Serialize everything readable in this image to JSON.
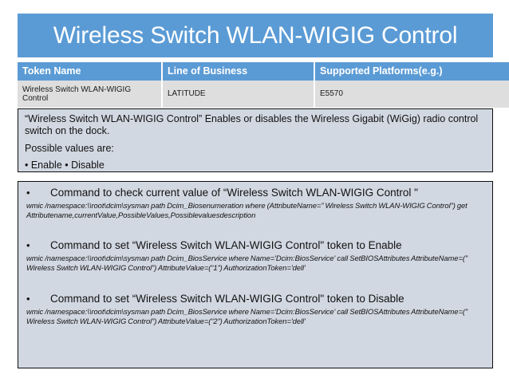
{
  "page": {
    "title": "Wireless Switch WLAN-WIGIG Control",
    "accent_color": "#5B9BD5",
    "panel_fill": "#D2D8E2",
    "table_row_fill": "#DEDEDE"
  },
  "table": {
    "headers": {
      "token_name": "Token Name",
      "line_of_business": "Line of Business",
      "supported_platforms": "Supported Platforms(e.g.)"
    },
    "rows": [
      {
        "token_name": "Wireless Switch WLAN-WIGIG Control",
        "line_of_business": "LATITUDE",
        "supported_platforms": "E5570"
      }
    ]
  },
  "description": {
    "line1": "“Wireless Switch WLAN-WIGIG Control” Enables or disables the Wireless Gigabit (WiGig) radio control switch on the dock.",
    "line2": "Possible values are:",
    "line3": "• Enable • Disable"
  },
  "commands": {
    "items": [
      {
        "bullet": "•",
        "heading": "Command to check current value of “Wireless Switch WLAN-WIGIG Control \"",
        "code": "wmic /namespace:\\\\root\\dcim\\sysman path Dcim_Biosenumeration where (AttributeName=” Wireless Switch WLAN-WIGIG Control”) get Attributename,currentValue,PossibleValues,Possiblevaluesdescription"
      },
      {
        "bullet": "•",
        "heading": "Command to set “Wireless Switch WLAN-WIGIG Control\" token to Enable",
        "code": "wmic /namespace:\\\\root\\dcim\\sysman path Dcim_BiosService where Name='Dcim:BiosService' call SetBIOSAttributes AttributeName=(” Wireless Switch WLAN-WIGIG Control”) AttributeValue=(“1”) AuthorizationToken='dell'"
      },
      {
        "bullet": "•",
        "heading": "Command to set “Wireless Switch WLAN-WIGIG Control\" token to Disable",
        "code": "wmic /namespace:\\\\root\\dcim\\sysman path Dcim_BiosService where Name='Dcim:BiosService' call SetBIOSAttributes AttributeName=(” Wireless Switch WLAN-WIGIG Control”) AttributeValue=(“2”) AuthorizationToken='dell'"
      }
    ]
  }
}
